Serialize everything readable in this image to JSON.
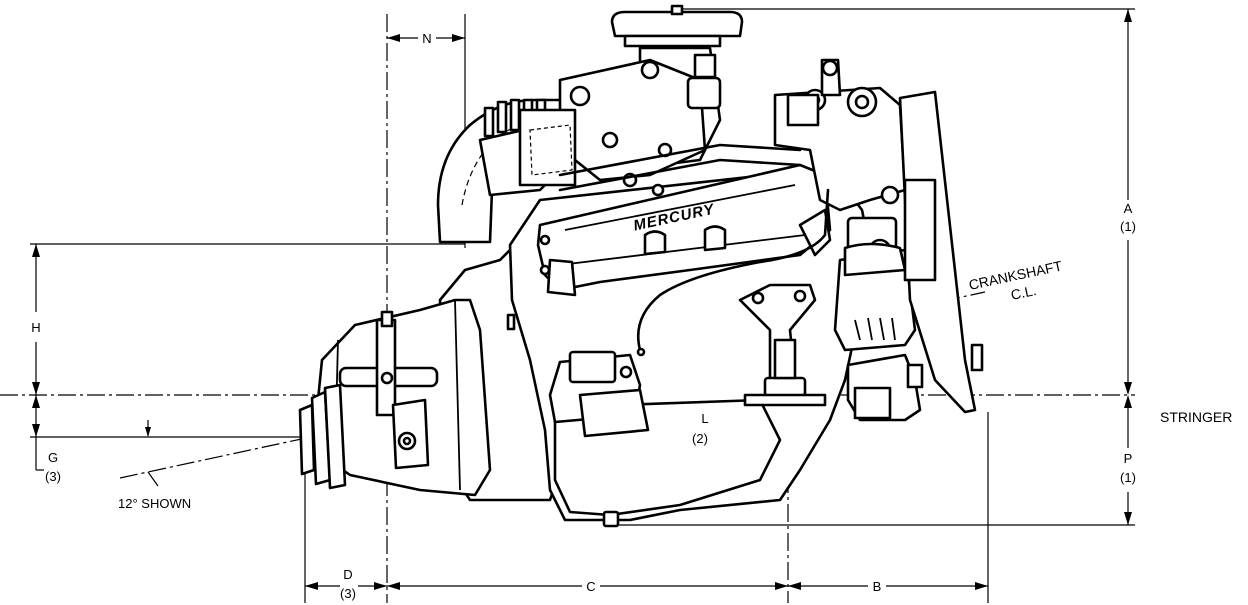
{
  "diagram": {
    "labels": {
      "A": "A",
      "A_note": "(1)",
      "B": "B",
      "C": "C",
      "D": "D",
      "D_note": "(3)",
      "G": "G",
      "G_note": "(3)",
      "H": "H",
      "L": "L",
      "L_note": "(2)",
      "N": "N",
      "P": "P",
      "P_note": "(1)",
      "crankshaft_line1": "CRANKSHAFT",
      "crankshaft_line2": "C.L.",
      "stringer": "STRINGER",
      "angle_shown": "12° SHOWN",
      "brand": "MERCURY"
    }
  }
}
